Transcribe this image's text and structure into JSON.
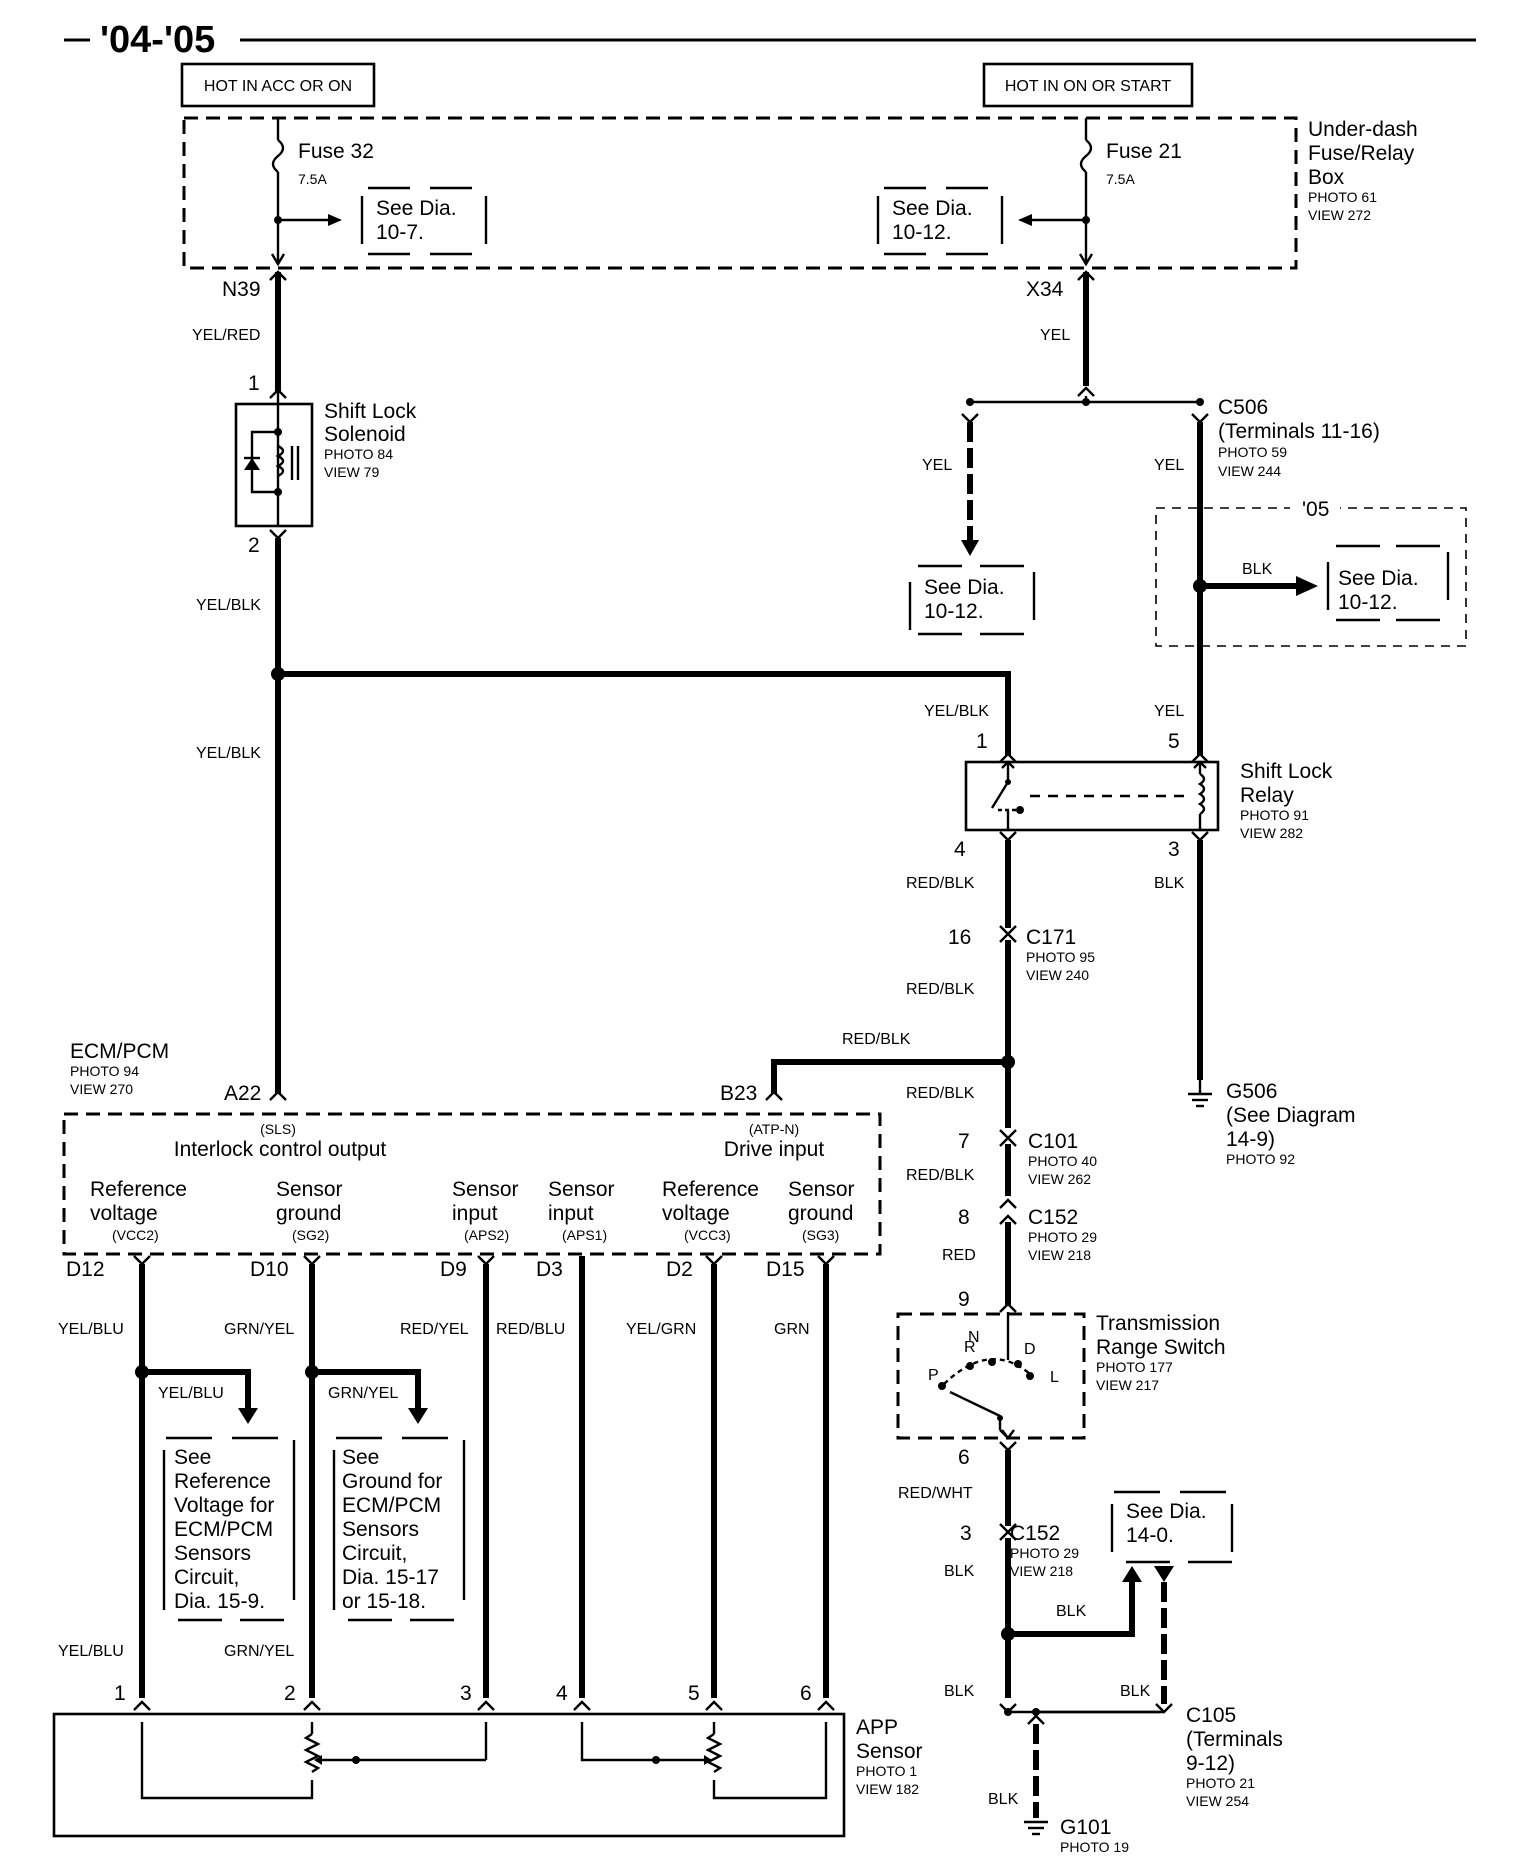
{
  "header": {
    "title": "'04-'05"
  },
  "power": {
    "hot_acc": "HOT IN ACC OR ON",
    "hot_start": "HOT IN ON OR START"
  },
  "fuse_box": {
    "name": "Under-dash",
    "name2": "Fuse/Relay",
    "name3": "Box",
    "photo": "PHOTO 61",
    "view": "VIEW 272",
    "fuse32": {
      "name": "Fuse 32",
      "rating": "7.5A"
    },
    "fuse21": {
      "name": "Fuse 21",
      "rating": "7.5A"
    },
    "ref_left": {
      "l1": "See Dia.",
      "l2": "10-7."
    },
    "ref_right": {
      "l1": "See Dia.",
      "l2": "10-12."
    }
  },
  "terminals": {
    "n39": "N39",
    "x34": "X34",
    "c506": "C506",
    "c506_sub": "(Terminals 11-16)",
    "c506_photo": "PHOTO 59",
    "c506_view": "VIEW 244"
  },
  "wires": {
    "yel_red": "YEL/RED",
    "yel": "YEL",
    "yel_blk": "YEL/BLK",
    "red_blk": "RED/BLK",
    "red": "RED",
    "red_wht": "RED/WHT",
    "blk": "BLK",
    "yel_blu": "YEL/BLU",
    "grn_yel": "GRN/YEL",
    "red_yel": "RED/YEL",
    "red_blu": "RED/BLU",
    "yel_grn": "YEL/GRN",
    "grn": "GRN"
  },
  "solenoid": {
    "pin1": "1",
    "pin2": "2",
    "name": "Shift Lock",
    "name2": "Solenoid",
    "photo": "PHOTO 84",
    "view": "VIEW 79"
  },
  "refs": {
    "mid": {
      "l1": "See Dia.",
      "l2": "10-12."
    },
    "yr05": "'05",
    "box05": {
      "l1": "See Dia.",
      "l2": "10-12."
    },
    "dia140": {
      "l1": "See Dia.",
      "l2": "14-0."
    },
    "vref": [
      "See",
      "Reference",
      "Voltage for",
      "ECM/PCM",
      "Sensors",
      "Circuit,",
      "Dia. 15-9."
    ],
    "gnd": [
      "See",
      "Ground for",
      "ECM/PCM",
      "Sensors",
      "Circuit,",
      "Dia. 15-17",
      "or 15-18."
    ]
  },
  "relay": {
    "p1": "1",
    "p5": "5",
    "p4": "4",
    "p3": "3",
    "name": "Shift Lock",
    "name2": "Relay",
    "photo": "PHOTO 91",
    "view": "VIEW 282"
  },
  "c171": {
    "pin": "16",
    "name": "C171",
    "photo": "PHOTO 95",
    "view": "VIEW 240"
  },
  "c101": {
    "pin": "7",
    "name": "C101",
    "photo": "PHOTO 40",
    "view": "VIEW 262"
  },
  "c152a": {
    "pin": "8",
    "name": "C152",
    "photo": "PHOTO 29",
    "view": "VIEW 218"
  },
  "c152b": {
    "pin": "3",
    "name": "C152",
    "photo": "PHOTO 29",
    "view": "VIEW 218"
  },
  "g506": {
    "name": "G506",
    "l2": "(See Diagram",
    "l3": "14-9)",
    "photo": "PHOTO 92"
  },
  "ecm": {
    "name": "ECM/PCM",
    "photo": "PHOTO 94",
    "view": "VIEW 270",
    "a22": "A22",
    "b23": "B23",
    "sls": "(SLS)",
    "interlock": "Interlock control output",
    "atpn": "(ATP-N)",
    "drive": "Drive input",
    "vcc2_1": "Reference",
    "vcc2_2": "voltage",
    "vcc2_3": "(VCC2)",
    "sg2_1": "Sensor",
    "sg2_2": "ground",
    "sg2_3": "(SG2)",
    "aps2_1": "Sensor",
    "aps2_2": "input",
    "aps2_3": "(APS2)",
    "aps1_1": "Sensor",
    "aps1_2": "input",
    "aps1_3": "(APS1)",
    "vcc3_1": "Reference",
    "vcc3_2": "voltage",
    "vcc3_3": "(VCC3)",
    "sg3_1": "Sensor",
    "sg3_2": "ground",
    "sg3_3": "(SG3)",
    "d12": "D12",
    "d10": "D10",
    "d9": "D9",
    "d3": "D3",
    "d2": "D2",
    "d15": "D15"
  },
  "trs": {
    "pin9": "9",
    "pin6": "6",
    "name": "Transmission",
    "name2": "Range Switch",
    "photo": "PHOTO 177",
    "view": "VIEW 217",
    "pos_p": "P",
    "pos_r": "R",
    "pos_n": "N",
    "pos_d": "D",
    "pos_l": "L"
  },
  "c105": {
    "name": "C105",
    "l2": "(Terminals",
    "l3": "9-12)",
    "photo": "PHOTO 21",
    "view": "VIEW 254"
  },
  "g101": {
    "name": "G101",
    "photo": "PHOTO 19"
  },
  "app": {
    "name": "APP",
    "name2": "Sensor",
    "photo": "PHOTO 1",
    "view": "VIEW 182",
    "p1": "1",
    "p2": "2",
    "p3": "3",
    "p4": "4",
    "p5": "5",
    "p6": "6"
  }
}
